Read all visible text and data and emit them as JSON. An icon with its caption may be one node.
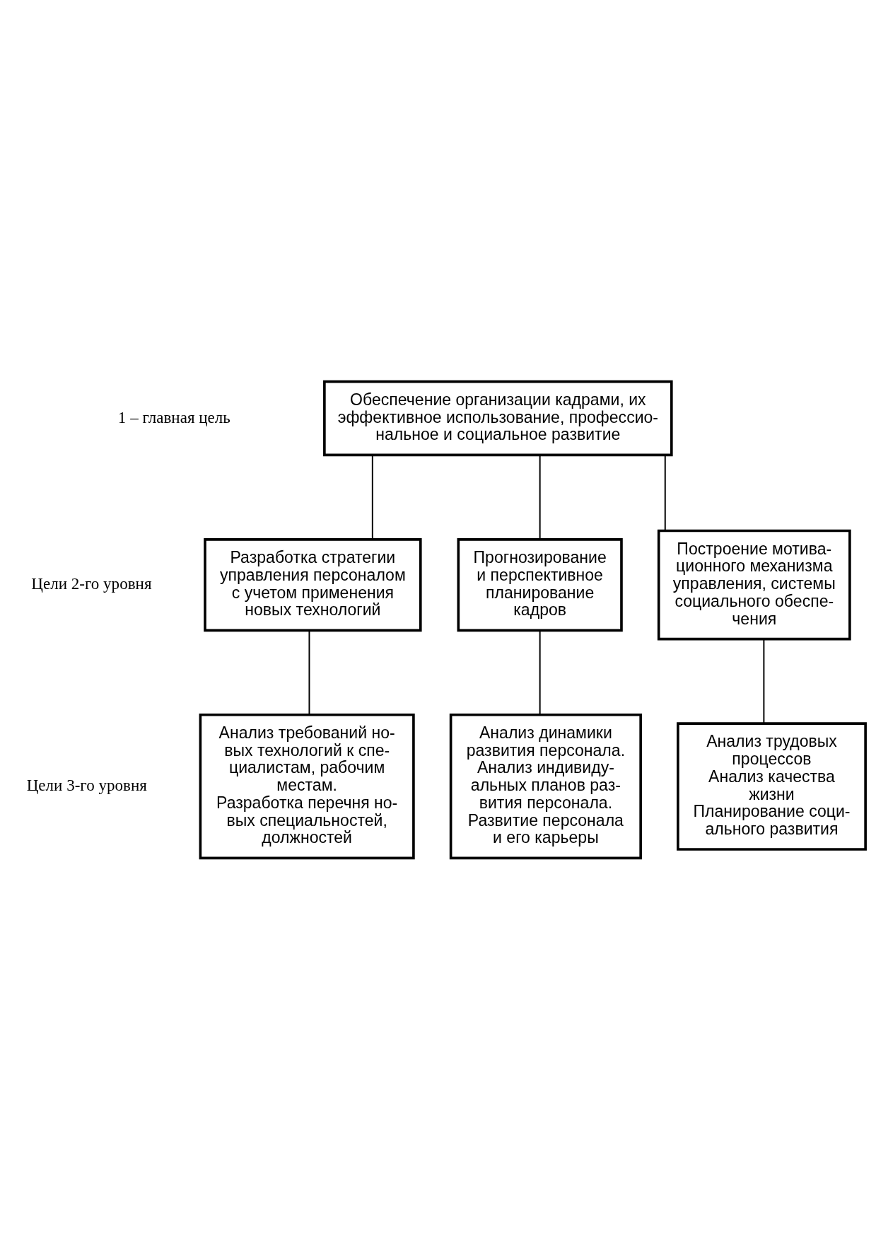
{
  "diagram": {
    "nodes": [
      {
        "text": [
          "Обеспечение организации кадрами, их эффективное использование, профессио- нальное и социальное развитие"
        ]
      },
      {
        "text": [
          "Разработка стратегии управления персоналом с учетом применения новых технологий"
        ]
      },
      {
        "text": [
          "Прогнозирование и перспективное планирование кадров"
        ]
      },
      {
        "text": [
          "Построение мотива- ционного механизма управления, системы социального обеспе- чения"
        ]
      },
      {
        "text": [
          "Анализ требований но- вых технологий к спе- циалистам, рабочим местам.",
          "Разработка перечня но- вых специальностей, должностей"
        ]
      },
      {
        "text": [
          "Анализ динамики развития персонала.",
          "Анализ индивиду- альных планов раз- вития персонала.",
          "Развитие персонала и его карьеры"
        ]
      },
      {
        "text": [
          "Анализ трудовых процессов",
          "Анализ качества жизни",
          "Планирование соци- ального развития"
        ]
      }
    ],
    "edges": [
      {
        "from": 0,
        "to": 1,
        "arrow": "none"
      },
      {
        "from": 0,
        "to": 2,
        "arrow": "none"
      },
      {
        "from": 0,
        "to": 3,
        "arrow": "none"
      },
      {
        "from": 1,
        "to": 4,
        "arrow": "none"
      },
      {
        "from": 2,
        "to": 5,
        "arrow": "none"
      },
      {
        "from": 3,
        "to": 6,
        "arrow": "none"
      }
    ],
    "labels": [
      "1 – главная цель",
      "Цели 2-го уровня",
      "Цели 3-го уровня"
    ]
  }
}
